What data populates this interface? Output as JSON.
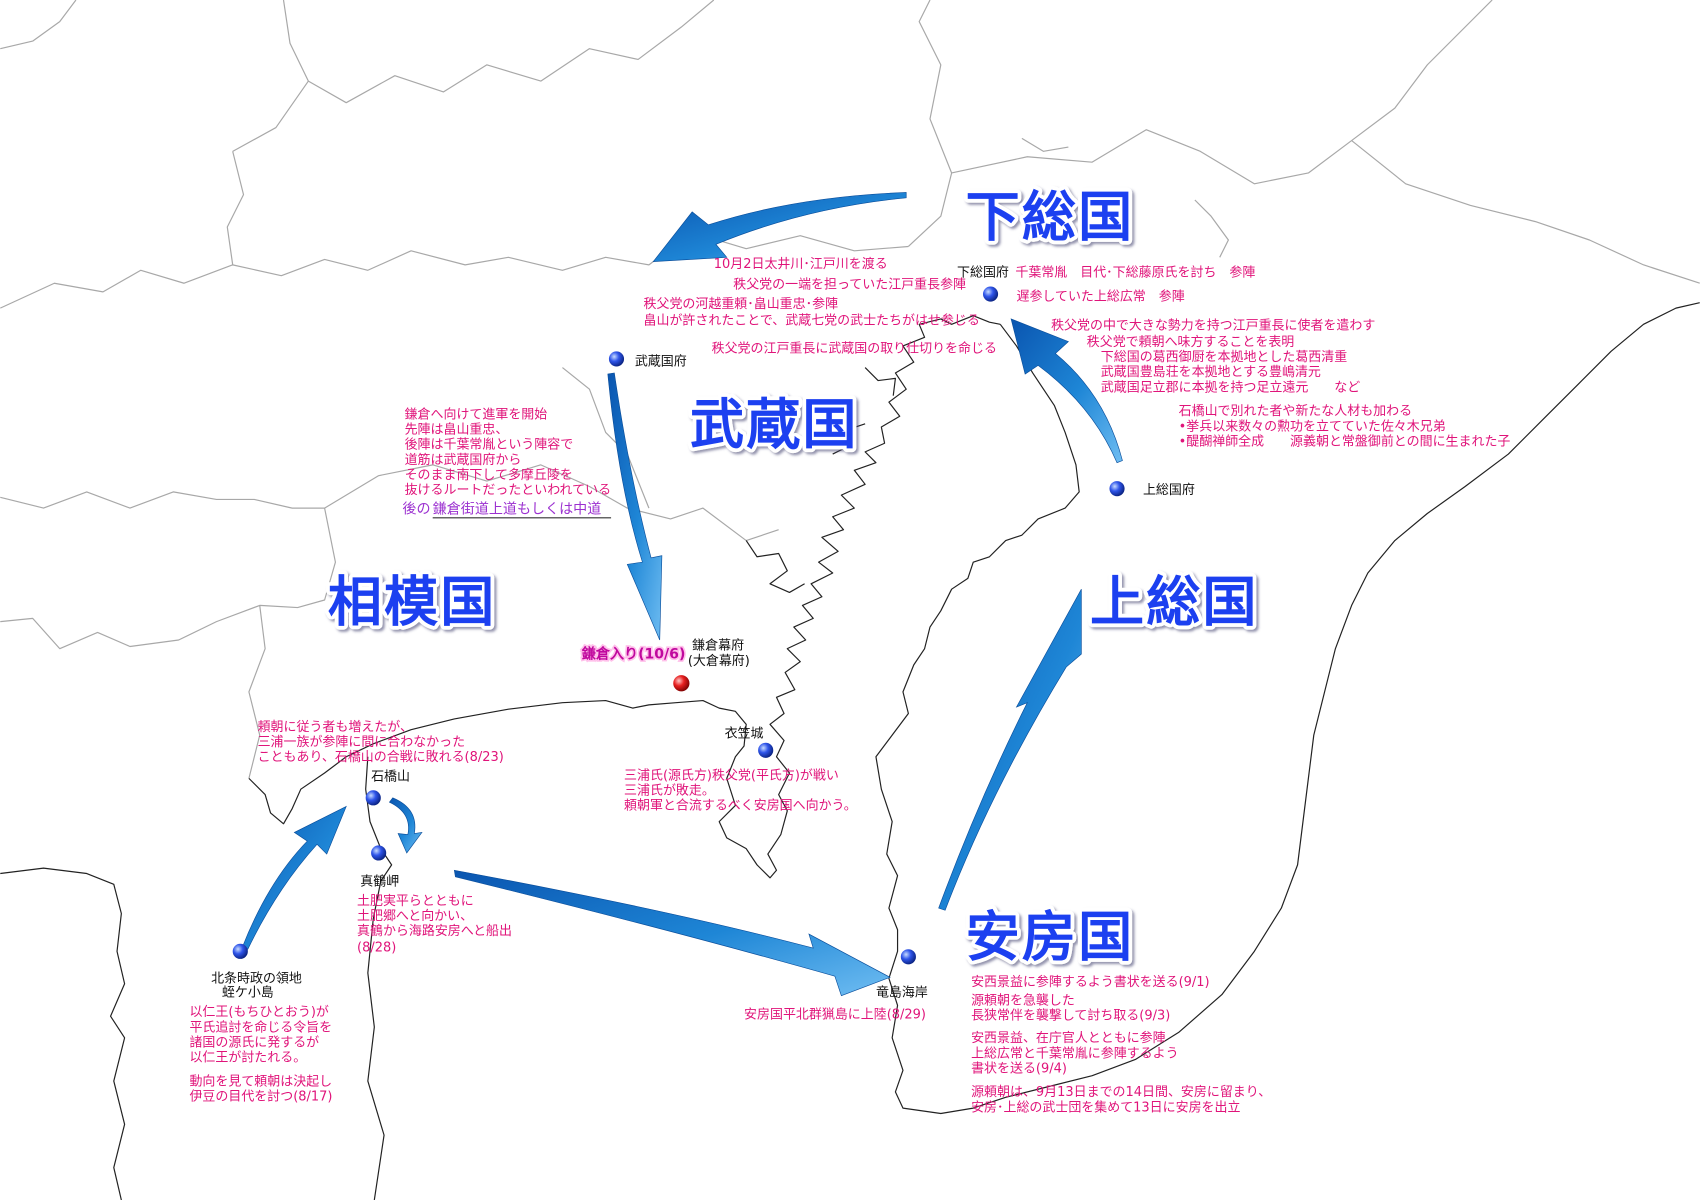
{
  "colors": {
    "note": "#e0147a",
    "province": "#1c3ff0",
    "link": "#9b30d0",
    "arrow": "#1a7fd0",
    "marker": "#1a3fd6",
    "kamakura_marker": "#e01010"
  },
  "provinces": {
    "shimousa": "下総国",
    "musashi": "武蔵国",
    "sagami": "相模国",
    "kazusa": "上総国",
    "awa": "安房国"
  },
  "places": {
    "musashi_kokufu": "武蔵国府",
    "shimousa_kokufu": "下総国府",
    "kazusa_kokufu": "上総国府",
    "kamakura_bakufu": "鎌倉幕府",
    "okura_bakufu": "(大倉幕府)",
    "kinugasa": "衣笠城",
    "ishibashiyama": "石橋山",
    "manazuru": "真鶴岬",
    "hojo_territory": "北条時政の領地",
    "hirugakojima": "蛭ケ小島",
    "ryushima": "竜島海岸"
  },
  "kamakura_entry": "鎌倉入り(10/6)",
  "notes": {
    "edo_crossing": [
      "10月2日太井川･江戸川を渡る",
      "秩父党の一端を担っていた江戸重長参陣",
      "秩父党の河越重頼･畠山重忠･参陣",
      "畠山が許されたことで、武蔵七党の武士たちがはせ参じる",
      "秩父党の江戸重長に武蔵国の取り仕切りを命じる"
    ],
    "shimousa": [
      "千葉常胤　目代･下総藤原氏を討ち　参陣",
      "遅参していた上総広常　参陣"
    ],
    "edo_envoy": [
      "秩父党の中で大きな勢力を持つ江戸重長に使者を遣わす",
      "秩父党で頼朝へ味方することを表明",
      "下総国の葛西御厨を本拠地とした葛西清重",
      "武蔵国豊島荘を本拠地とする豊嶋清元",
      "武蔵国足立郡に本拠を持つ足立遠元　　など",
      "石橋山で別れた者や新たな人材も加わる",
      "•挙兵以来数々の勲功を立てていた佐々木兄弟",
      "•醍醐禅師全成　　源義朝と常盤御前との間に生まれた子"
    ],
    "march": [
      "鎌倉へ向けて進軍を開始",
      "先陣は畠山重忠、",
      "後陣は千葉常胤という陣容で",
      "道筋は武蔵国府から",
      "そのまま南下して多摩丘陵を",
      "抜けるルートだったといわれている"
    ],
    "kaido_prefix": "後の",
    "kaido_link": "鎌倉街道上道もしくは中道",
    "ishibashiyama": [
      "頼朝に従う者も増えたが、",
      "三浦一族が参陣に間に合わなかった",
      "こともあり、石橋山の合戦に敗れる(8/23)"
    ],
    "kinugasa": [
      "三浦氏(源氏方)秩父党(平氏方)が戦い",
      "三浦氏が敗走。",
      "頼朝軍と合流するべく安房国へ向かう。"
    ],
    "manazuru": [
      "土肥実平らとともに",
      "土肥郷へと向かい、",
      "真鶴から海路安房へと船出",
      "(8/28)"
    ],
    "hirugakojima": [
      "以仁王(もちひとおう)が",
      "平氏追討を命じる令旨を",
      "諸国の源氏に発するが",
      "以仁王が討たれる。",
      "動向を見て頼朝は決起し",
      "伊豆の目代を討つ(8/17)"
    ],
    "ryushima": "安房国平北群猟島に上陸(8/29)",
    "awa": [
      "安西景益に参陣するよう書状を送る(9/1)",
      "源頼朝を急襲した",
      "長狭常伴を襲撃して討ち取る(9/3)",
      "安西景益、在庁官人とともに参陣",
      "上総広常と千葉常胤に参陣するよう",
      "書状を送る(9/4)",
      "源頼朝は、9月13日までの14日間、安房に留まり、",
      "安房･上総の武士団を集めて13日に安房を出立"
    ]
  }
}
